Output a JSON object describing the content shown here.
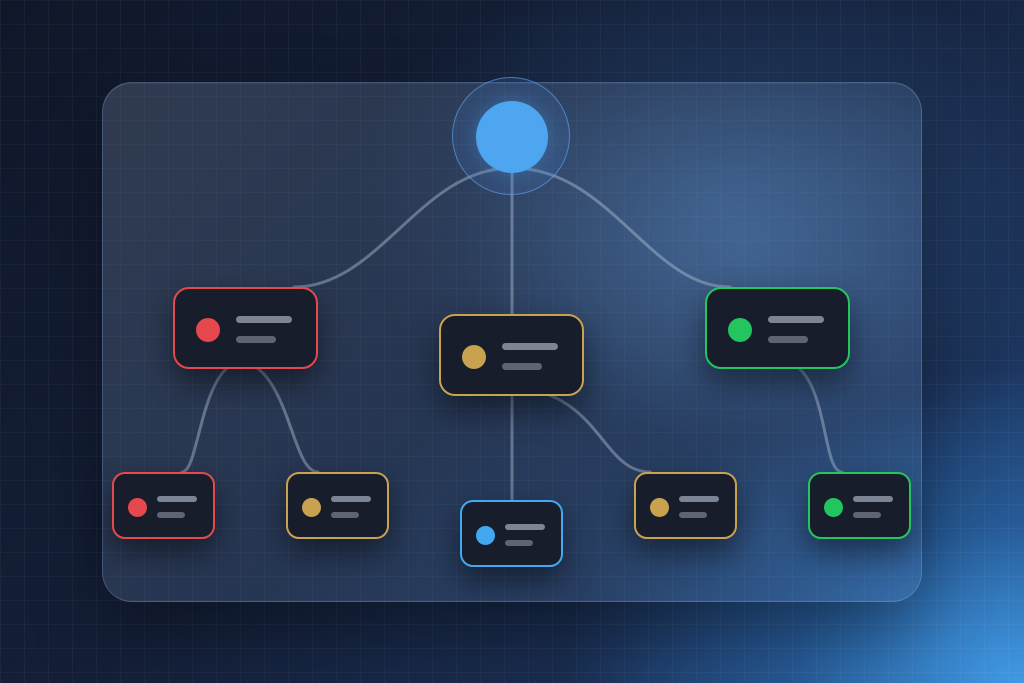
{
  "colors": {
    "red": "#e5484d",
    "gold": "#c9a250",
    "green": "#22c55e",
    "blue": "#42a8f0",
    "root": "#4da6ef",
    "node_fill": "#181d2c",
    "connector": "#b9c8dc"
  },
  "diagram": {
    "type": "tree",
    "root": {
      "id": "root",
      "shape": "circle",
      "color": "blue"
    },
    "nodes": [
      {
        "id": "n1",
        "parent": "root",
        "color": "red",
        "level": 1
      },
      {
        "id": "n2",
        "parent": "root",
        "color": "gold",
        "level": 1
      },
      {
        "id": "n3",
        "parent": "root",
        "color": "green",
        "level": 1
      },
      {
        "id": "n1a",
        "parent": "n1",
        "color": "red",
        "level": 2
      },
      {
        "id": "n1b",
        "parent": "n1",
        "color": "gold",
        "level": 2
      },
      {
        "id": "n2a",
        "parent": "n2",
        "color": "blue",
        "level": 2
      },
      {
        "id": "n2b",
        "parent": "n2",
        "color": "gold",
        "level": 2
      },
      {
        "id": "n3a",
        "parent": "n3",
        "color": "green",
        "level": 2
      }
    ]
  }
}
